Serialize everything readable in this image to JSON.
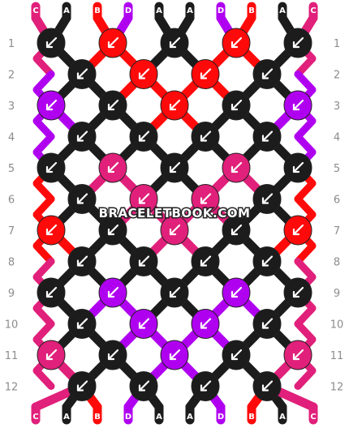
{
  "watermark": "BRACELETBOOK.COM",
  "colors": {
    "A": "#1c1c1c",
    "B": "#ff0a0a",
    "C": "#e0207a",
    "D": "#b000f0"
  },
  "strands_top": [
    "C",
    "A",
    "B",
    "D",
    "A",
    "A",
    "D",
    "B",
    "A",
    "C"
  ],
  "strands_bottom": [
    "C",
    "A",
    "B",
    "D",
    "A",
    "A",
    "D",
    "B",
    "A",
    "C"
  ],
  "row_labels": [
    "1",
    "2",
    "3",
    "4",
    "5",
    "6",
    "7",
    "8",
    "9",
    "10",
    "11",
    "12"
  ],
  "knot_symbol": "backward-arrow-icon",
  "knots": [
    [
      "A",
      "B",
      "A",
      "B",
      "A"
    ],
    [
      "A",
      "B",
      "B",
      "A"
    ],
    [
      "D",
      "A",
      "B",
      "A",
      "D"
    ],
    [
      "A",
      "A",
      "A",
      "A"
    ],
    [
      "A",
      "C",
      "A",
      "C",
      "A"
    ],
    [
      "A",
      "C",
      "C",
      "A"
    ],
    [
      "B",
      "A",
      "C",
      "A",
      "B"
    ],
    [
      "A",
      "A",
      "A",
      "A"
    ],
    [
      "A",
      "D",
      "A",
      "D",
      "A"
    ],
    [
      "A",
      "D",
      "D",
      "A"
    ],
    [
      "C",
      "A",
      "D",
      "A",
      "C"
    ],
    [
      "A",
      "A",
      "A",
      "A"
    ]
  ],
  "edge_knots": {
    "left": [
      "C",
      "D",
      "D",
      "D",
      "B",
      "B",
      "B",
      "C",
      "C",
      "C",
      "C"
    ],
    "right": [
      "C",
      "D",
      "D",
      "D",
      "B",
      "B",
      "B",
      "C",
      "C",
      "C",
      "C"
    ]
  }
}
